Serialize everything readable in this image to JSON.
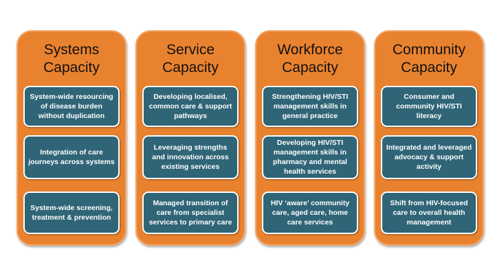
{
  "columns": [
    {
      "title_line1": "Systems",
      "title_line2": "Capacity",
      "items": [
        "System-wide resourcing of disease burden without duplication",
        "Integration of care journeys across systems",
        "System-wide screening, treatment & prevention"
      ]
    },
    {
      "title_line1": "Service",
      "title_line2": "Capacity",
      "items": [
        "Developing localised, common care & support pathways",
        "Leveraging strengths and innovation across existing services",
        "Managed transition of care from specialist services to primary care"
      ]
    },
    {
      "title_line1": "Workforce",
      "title_line2": "Capacity",
      "items": [
        "Strengthening HIV/STI management skills in general practice",
        "Developing HIV/STI management skills in pharmacy and mental health services",
        "HIV ‘aware’ community care, aged care, home care services"
      ]
    },
    {
      "title_line1": "Community",
      "title_line2": "Capacity",
      "items": [
        "Consumer and community HIV/STI literacy",
        "Integrated and leveraged advocacy & support activity",
        "Shift from HIV-focused care to overall health management"
      ]
    }
  ],
  "colors": {
    "column": "#e9822f",
    "box": "#2f6577"
  }
}
